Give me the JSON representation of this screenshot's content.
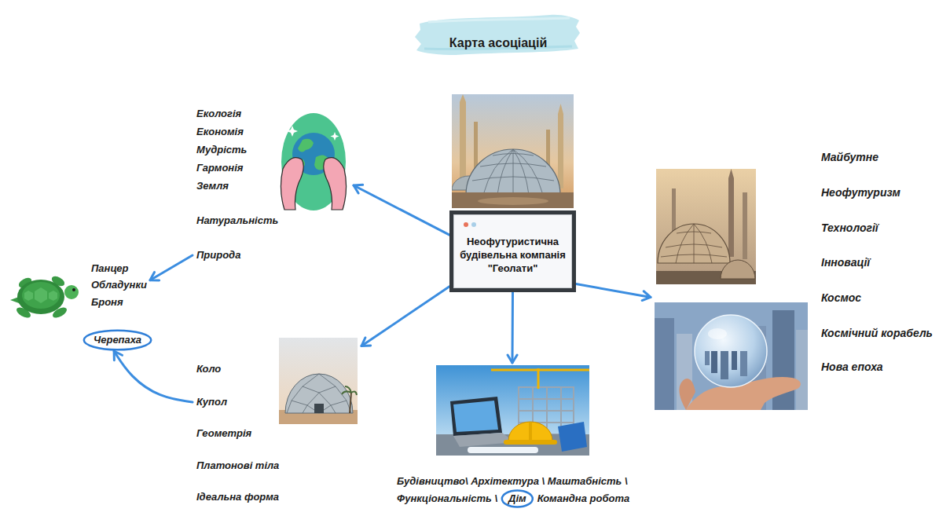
{
  "diagram": {
    "title": "Карта асоціацій",
    "nodes": [
      {
        "text": [
          "Неофутуристична будівельна компанія \"Геолати\""
        ]
      },
      {
        "text": [
          "Екологія",
          "Економія",
          "Мудрість",
          "Гармонія",
          "Земля",
          "Натуральність",
          "Природа"
        ]
      },
      {
        "text": [
          "Панцер",
          "Обладунки",
          "Броня"
        ]
      },
      {
        "text": [
          "Черепаха"
        ]
      },
      {
        "text": [
          "Коло",
          "Купол",
          "Геометрія",
          "Платонові тіла",
          "Ідеальна форма"
        ]
      },
      {
        "text": [
          "Будівництво\\ Архітектура \\ Маштабність \\",
          "Функціональність \\",
          "Командна робота"
        ]
      },
      {
        "text": [
          "Дім"
        ],
        "in": 5
      },
      {
        "text": [
          "Майбутне",
          "Неофутуризм",
          "Технології",
          "Інновації",
          "Космос",
          "Космічний корабель",
          "Нова епоха"
        ]
      }
    ],
    "edges": [
      {
        "from": 0,
        "to": 1,
        "arrow": "to"
      },
      {
        "from": 0,
        "to": 4,
        "arrow": "to"
      },
      {
        "from": 0,
        "to": 5,
        "arrow": "to"
      },
      {
        "from": 0,
        "to": 7,
        "arrow": "to"
      },
      {
        "from": 1,
        "to": 2,
        "arrow": "to"
      },
      {
        "from": 4,
        "to": 3,
        "arrow": "to"
      }
    ]
  }
}
